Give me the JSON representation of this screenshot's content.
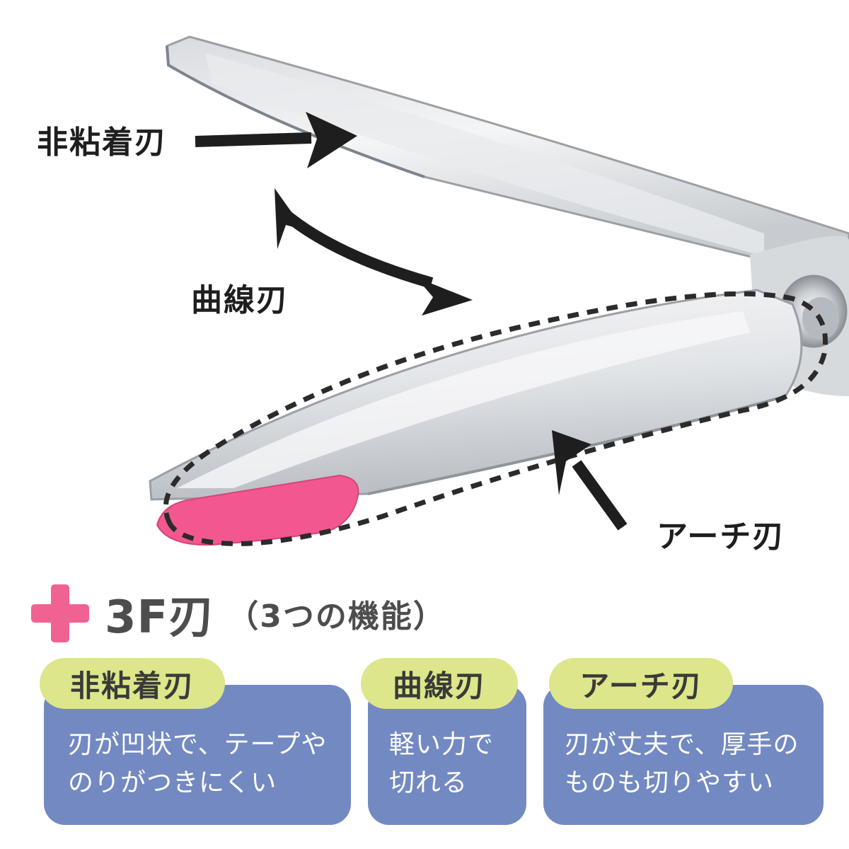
{
  "colors": {
    "accent_pink": "#f06292",
    "card_blue": "#7389c1",
    "tab_green": "#dde68a",
    "heading_gray": "#4d4d4d",
    "blade_tip_pink": "#f2588f"
  },
  "callouts": {
    "non_stick": "非粘着刃",
    "curved": "曲線刃",
    "arch": "アーチ刃"
  },
  "heading": {
    "icon": "plus-icon",
    "title": "3F刃",
    "subtitle": "（3つの機能）"
  },
  "cards": [
    {
      "tab": "非粘着刃",
      "line1": "刃が凹状で、テープや",
      "line2": "のりがつきにくい"
    },
    {
      "tab": "曲線刃",
      "line1": "軽い力で",
      "line2": "切れる"
    },
    {
      "tab": "アーチ刃",
      "line1": "刃が丈夫で、厚手の",
      "line2": "ものも切りやすい"
    }
  ]
}
